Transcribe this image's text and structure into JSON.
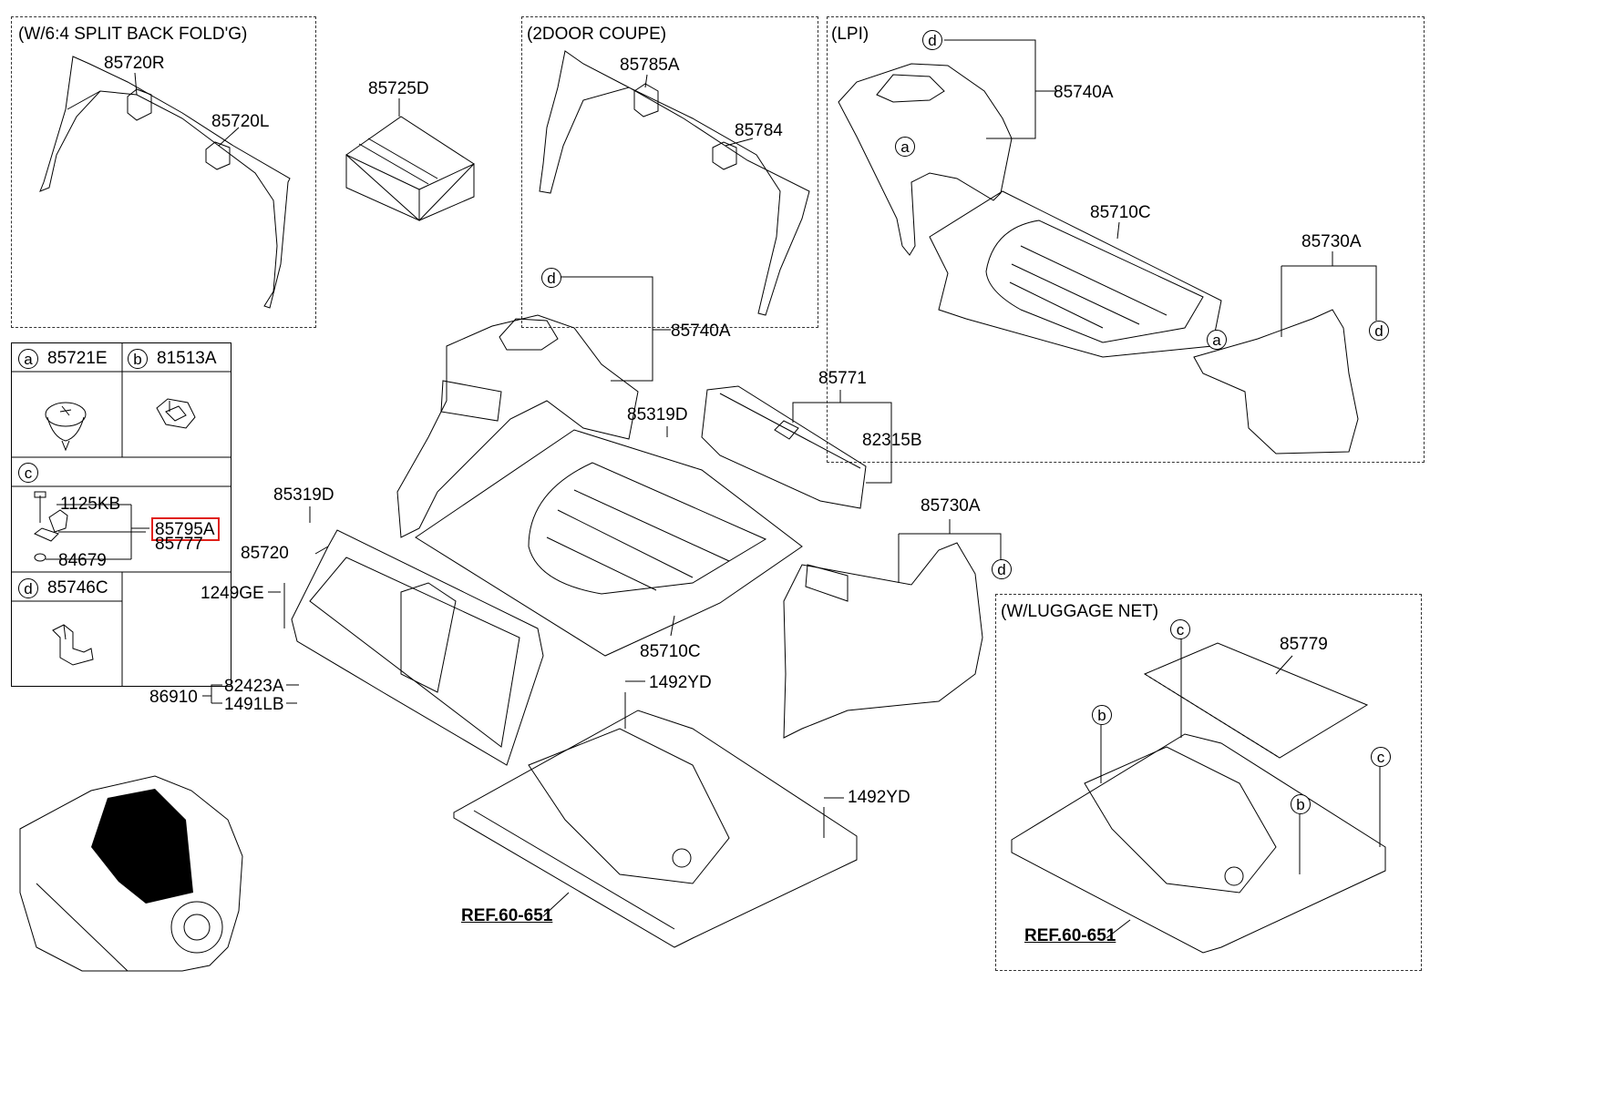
{
  "boxes": {
    "split_back_title": "(W/6:4 SPLIT BACK FOLD'G)",
    "coupe_title": "(2DOOR COUPE)",
    "lpi_title": "(LPI)",
    "luggage_title": "(W/LUGGAGE NET)"
  },
  "legend": {
    "a_letter": "a",
    "a_part": "85721E",
    "b_letter": "b",
    "b_part": "81513A",
    "c_letter": "c",
    "c_bolt": "1125KB",
    "c_bracket": "85795A",
    "c_hook": "85777",
    "c_nut": "84679",
    "d_letter": "d",
    "d_part": "85746C"
  },
  "labels": {
    "p85720R": "85720R",
    "p85720L": "85720L",
    "p85725D": "85725D",
    "p85785A": "85785A",
    "p85784": "85784",
    "p85740A_top": "85740A",
    "p85710C_top": "85710C",
    "p85730A_top": "85730A",
    "p85740A_main": "85740A",
    "p85771": "85771",
    "p85319D_a": "85319D",
    "p82315B": "82315B",
    "p85319D_b": "85319D",
    "p85720": "85720",
    "p1249GE": "1249GE",
    "p86910": "86910",
    "p82423A": "82423A",
    "p1491LB": "1491LB",
    "p85710C_main": "85710C",
    "p85730A_main": "85730A",
    "p1492YD_a": "1492YD",
    "p1492YD_b": "1492YD",
    "p85779": "85779",
    "ref_main": "REF.60-651",
    "ref_net": "REF.60-651"
  },
  "callouts": {
    "d1": "d",
    "a1": "a",
    "a2": "a",
    "d2": "d",
    "d3": "d",
    "d4": "d",
    "c1": "c",
    "c2": "c",
    "b1": "b",
    "b2": "b"
  },
  "highlight": {
    "part": "85795A",
    "color": "#e0201a"
  }
}
